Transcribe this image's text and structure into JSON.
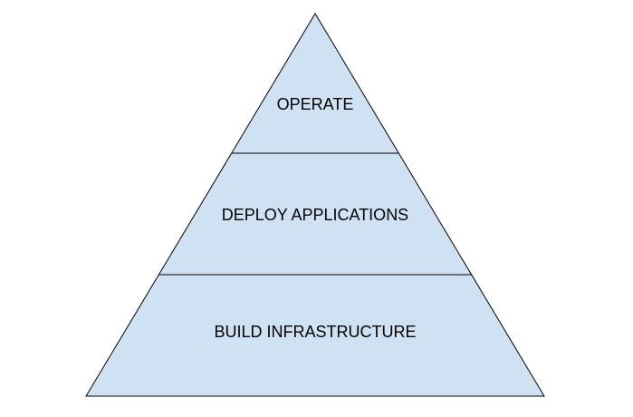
{
  "colors": {
    "fill": "#cfe2f3",
    "stroke": "#000000",
    "background": "#ffffff"
  },
  "tiers": [
    {
      "label": "OPERATE"
    },
    {
      "label": "DEPLOY APPLICATIONS"
    },
    {
      "label": "BUILD INFRASTRUCTURE"
    }
  ]
}
